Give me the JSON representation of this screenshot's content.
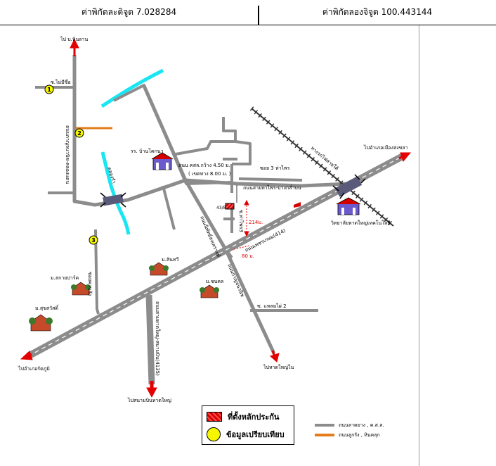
{
  "header": {
    "latitude_label": "ค่าพิกัดละติจูด 7.028284",
    "longitude_label": "ค่าพิกัดลองจิจูด 100.443144"
  },
  "map": {
    "labels": {
      "to_ban_hin_lan": "ไป บ.หินลาน",
      "to_songkhla": "ไปอำเภอเมืองสงขลา",
      "to_hat_yai_airport": "ไปสนามบินหาดใหญ่",
      "to_ratthaphum": "ไปอำเภอรัตภูมิ",
      "to_hat_yai_nai": "ไปหาดใหญ่ใน",
      "soi_mai_mi_chue": "ซ.ไม่มีชื่อ",
      "road_kanchanawanit": "ถนนกาญจนวนิช-คลองแดน",
      "road_khlong": "คลองรำ",
      "school_ban_khok_na": "รร. บ้านโคกนา",
      "road_phosocho": "ถนน คสล.กว้าง 4.50 ม.",
      "reserve_width": "( เขตทาง 8.00 ม. )",
      "soi_3_tha_phrai": "ซอย 3 ท่าไพร",
      "road_tha_phrai": "ถนนสายท่าไพร-บางกล่ำบน",
      "railway": "ทางรถไฟสายใต้",
      "collateral_id": "43/8",
      "soi_tha_phrai_3": "ซ.ท่าไพร3",
      "dist_214": "214ม.",
      "dist_80": "80 ม.",
      "road_phetkasem": "ถนนเพชรเกษม(414)",
      "road_ban_phru": "ถนนนิพัทธ์สงเคราะห์",
      "road_nai": "ถนนกาญจนวนิช",
      "college": "วิทยาลัยหาดใหญ่เทคโนโลยี",
      "village_sinthawi": "ม.สินทวี",
      "village_sukhothai": "ม.สุขสวัสดิ์",
      "village_sakhon": "ม.สกายปาร์ค",
      "village_chonrat": "ม.ชนคล",
      "soi_khuan_lang": "ซอยควนลัง",
      "road_airport": "ถนนสายหาดใหญ่-สนามบิน(4135)",
      "soi_laem_phai": "ซ. แหลมไผ่ 2",
      "marker_1": "1",
      "marker_2": "2",
      "marker_3": "3"
    },
    "colors": {
      "road": "#8c8c8c",
      "laterite_road": "#e37c1b",
      "canal": "#19e6f2",
      "arrow": "#e40000",
      "marker": "#f6f600"
    }
  },
  "legend": {
    "collateral_label": "ที่ตั้งหลักประกัน",
    "comparison_label": "ข้อมูลเปรียบเทียบ",
    "asphalt_label": "ถนนลาดยาง , ค.ส.ล.",
    "laterite_label": "ถนนลูกรัง , หินคลุก"
  }
}
